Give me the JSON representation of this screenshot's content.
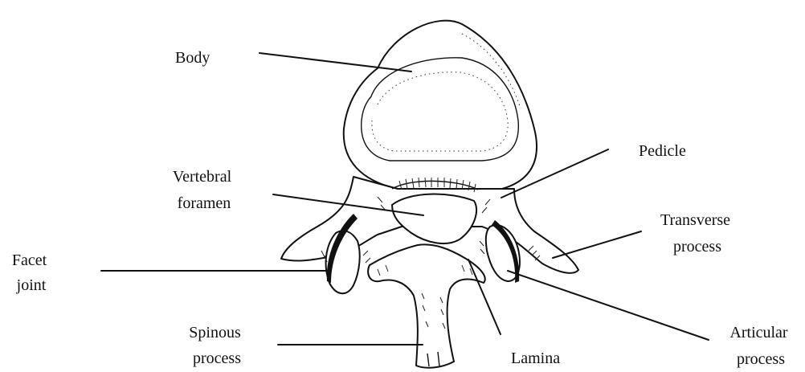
{
  "labels": {
    "body": "Body",
    "pedicle": "Pedicle",
    "vertebral_foramen": [
      "Vertebral",
      "foramen"
    ],
    "transverse_process": [
      "Transverse",
      "process"
    ],
    "facet_joint": [
      "Facet",
      "joint"
    ],
    "spinous_process": [
      "Spinous",
      "process"
    ],
    "lamina": "Lamina",
    "articular_process": [
      "Articular",
      "process"
    ]
  }
}
